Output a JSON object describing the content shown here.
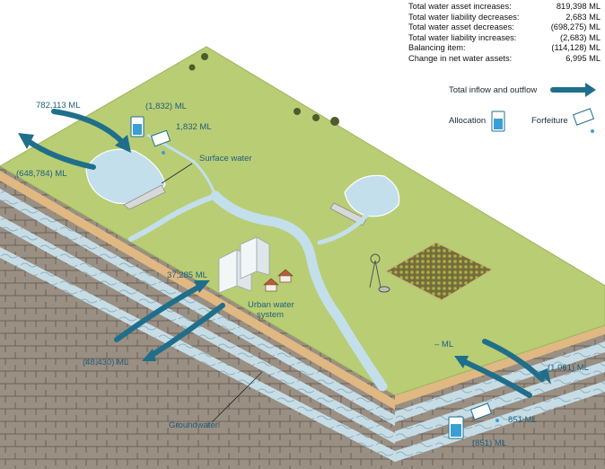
{
  "summary": [
    {
      "label": "Total water asset increases:",
      "value": "819,398 ML"
    },
    {
      "label": "Total water liability decreases:",
      "value": "2,683 ML"
    },
    {
      "label": "Total water asset decreases:",
      "value": "(698,275) ML"
    },
    {
      "label": "Total water liability increases:",
      "value": "(2,683) ML"
    },
    {
      "label": "Balancing item:",
      "value": "(114,128) ML"
    },
    {
      "label": "Change in net water assets:",
      "value": "6,995 ML"
    }
  ],
  "legend": {
    "total_flow": "Total inflow and outflow",
    "allocation": "Allocation",
    "forfeiture": "Forfeiture"
  },
  "labels": {
    "surface_inflow": "782,113 ML",
    "surface_outflow": "(648,784) ML",
    "surface_allocation": "(1,832) ML",
    "surface_forfeiture": "1,832 ML",
    "surface_water": "Surface water",
    "urban_inflow": "37,285 ML",
    "urban_outflow": "(48,430) ML",
    "urban_system_line1": "Urban water",
    "urban_system_line2": "system",
    "groundwater": "Groundwater",
    "gw_inflow": "– ML",
    "gw_outflow": "(1,061) ML",
    "gw_forfeiture": "851 ML",
    "gw_allocation": "(851) ML"
  },
  "colors": {
    "arrow": "#1f6f8b",
    "land": "#b8cd72",
    "water": "#bfdcea",
    "rock": "#8f8378",
    "text_blue": "#1f5f7e"
  }
}
